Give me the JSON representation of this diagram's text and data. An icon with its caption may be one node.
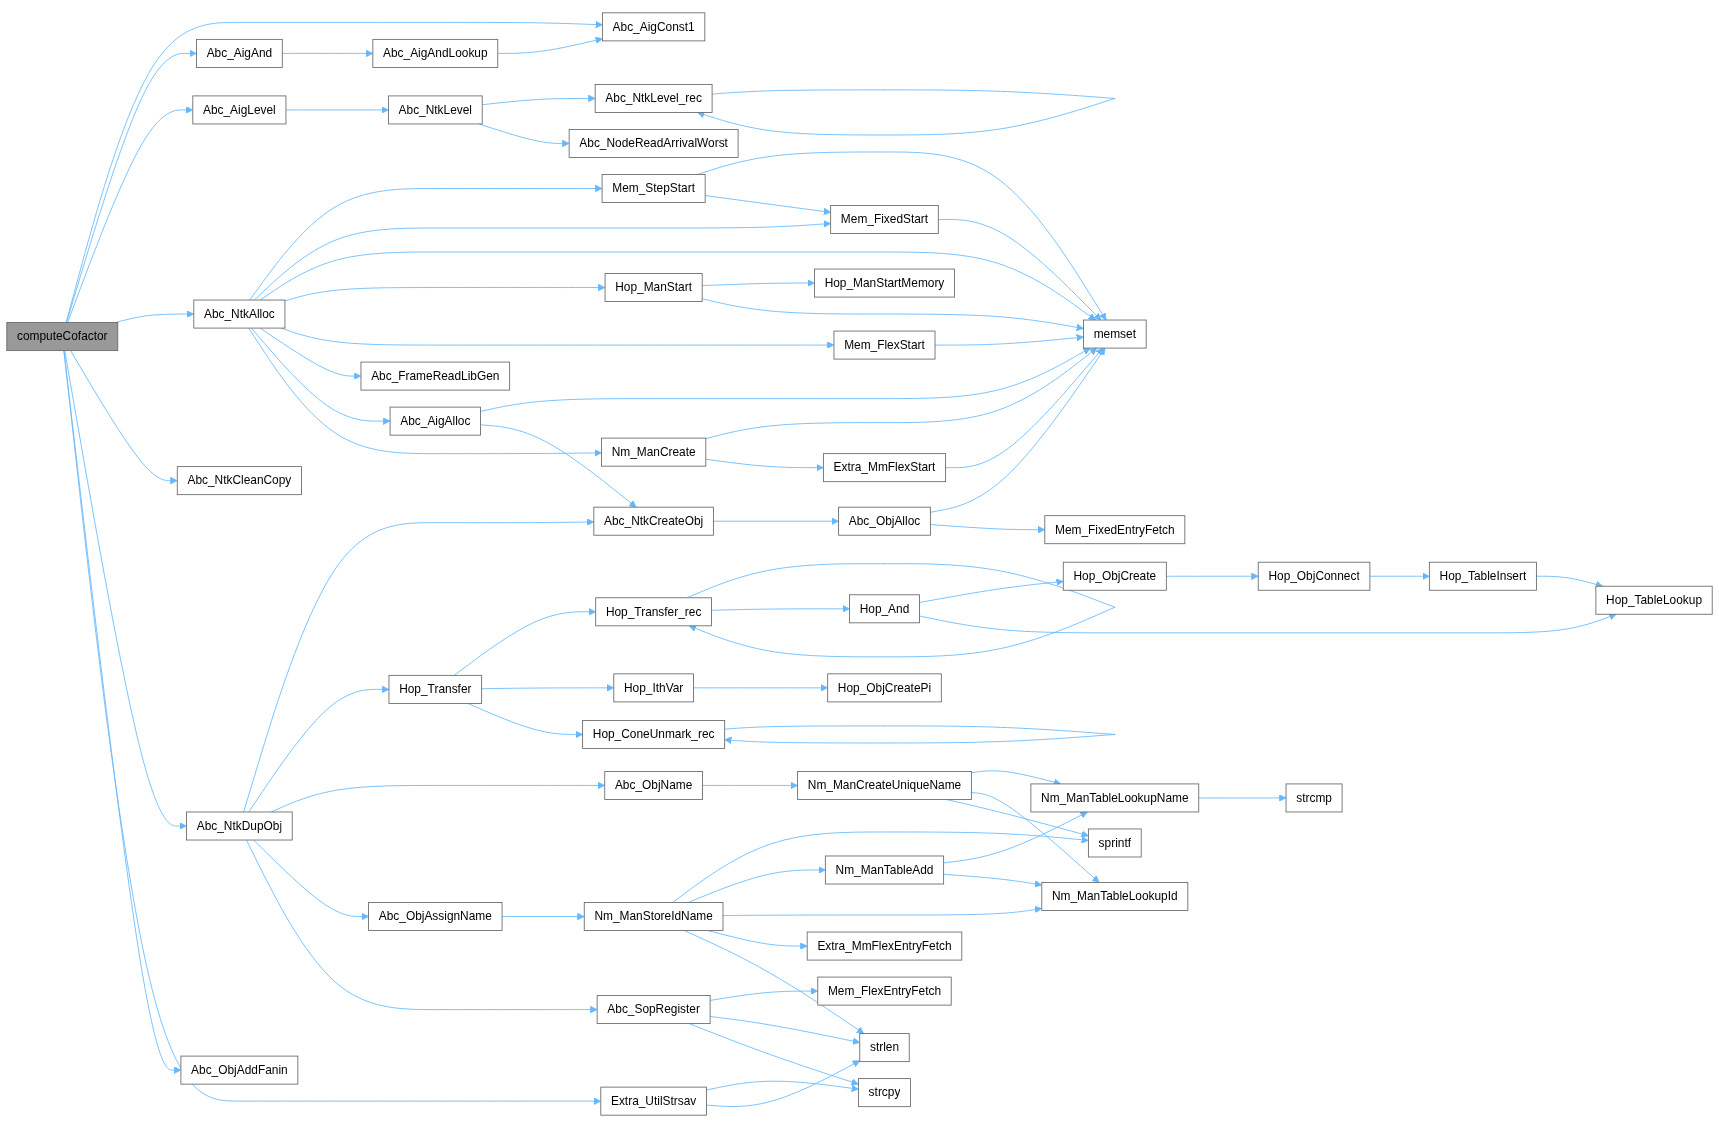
{
  "diagram": {
    "nodes": [
      {
        "text": [
          "computeCofactor"
        ]
      },
      {
        "text": [
          "Abc_AigAnd"
        ]
      },
      {
        "text": [
          "Abc_AigLevel"
        ]
      },
      {
        "text": [
          "Abc_NtkAlloc"
        ]
      },
      {
        "text": [
          "Abc_NtkCleanCopy"
        ]
      },
      {
        "text": [
          "Abc_NtkDupObj"
        ]
      },
      {
        "text": [
          "Abc_ObjAddFanin"
        ]
      },
      {
        "text": [
          "Abc_AigAndLookup"
        ]
      },
      {
        "text": [
          "Abc_NtkLevel"
        ]
      },
      {
        "text": [
          "Mem_StepStart"
        ]
      },
      {
        "text": [
          "Hop_ManStart"
        ]
      },
      {
        "text": [
          "Abc_FrameReadLibGen"
        ]
      },
      {
        "text": [
          "Abc_AigAlloc"
        ]
      },
      {
        "text": [
          "Hop_Transfer"
        ]
      },
      {
        "text": [
          "Abc_ObjName"
        ]
      },
      {
        "text": [
          "Abc_ObjAssignName"
        ]
      },
      {
        "text": [
          "Abc_SopRegister"
        ]
      },
      {
        "text": [
          "Extra_UtilStrsav"
        ]
      },
      {
        "text": [
          "Abc_AigConst1"
        ]
      },
      {
        "text": [
          "Abc_NtkLevel_rec"
        ]
      },
      {
        "text": [
          "Abc_NodeReadArrivalWorst"
        ]
      },
      {
        "text": [
          "Mem_FixedStart"
        ]
      },
      {
        "text": [
          "Hop_ManStartMemory"
        ]
      },
      {
        "text": [
          "Nm_ManCreate"
        ]
      },
      {
        "text": [
          "Abc_NtkCreateObj"
        ]
      },
      {
        "text": [
          "Hop_Transfer_rec"
        ]
      },
      {
        "text": [
          "Hop_IthVar"
        ]
      },
      {
        "text": [
          "Hop_ConeUnmark_rec"
        ]
      },
      {
        "text": [
          "Nm_ManCreateUniqueName"
        ]
      },
      {
        "text": [
          "Nm_ManStoreIdName"
        ]
      },
      {
        "text": [
          "Mem_FlexEntryFetch"
        ]
      },
      {
        "text": [
          "strcpy"
        ]
      },
      {
        "text": [
          "Mem_FlexStart"
        ]
      },
      {
        "text": [
          "Extra_MmFlexStart"
        ]
      },
      {
        "text": [
          "Abc_ObjAlloc"
        ]
      },
      {
        "text": [
          "Hop_And"
        ]
      },
      {
        "text": [
          "Hop_ObjCreatePi"
        ]
      },
      {
        "text": [
          "sprintf"
        ]
      },
      {
        "text": [
          "Nm_ManTableAdd"
        ]
      },
      {
        "text": [
          "Extra_MmFlexEntryFetch"
        ]
      },
      {
        "text": [
          "strlen"
        ]
      },
      {
        "text": [
          "memset"
        ]
      },
      {
        "text": [
          "Mem_FixedEntryFetch"
        ]
      },
      {
        "text": [
          "Hop_ObjCreate"
        ]
      },
      {
        "text": [
          "Nm_ManTableLookupName"
        ]
      },
      {
        "text": [
          "Nm_ManTableLookupId"
        ]
      },
      {
        "text": [
          "Hop_ObjConnect"
        ]
      },
      {
        "text": [
          "strcmp"
        ]
      },
      {
        "text": [
          "Hop_TableInsert"
        ]
      },
      {
        "text": [
          "Hop_TableLookup"
        ]
      }
    ],
    "edges": [
      {
        "from": 0,
        "to": 18,
        "arrow": "to"
      },
      {
        "from": 0,
        "to": 1,
        "arrow": "to"
      },
      {
        "from": 0,
        "to": 2,
        "arrow": "to"
      },
      {
        "from": 0,
        "to": 3,
        "arrow": "to"
      },
      {
        "from": 0,
        "to": 4,
        "arrow": "to"
      },
      {
        "from": 0,
        "to": 5,
        "arrow": "to"
      },
      {
        "from": 0,
        "to": 6,
        "arrow": "to"
      },
      {
        "from": 0,
        "to": 17,
        "arrow": "to"
      },
      {
        "from": 1,
        "to": 7,
        "arrow": "to"
      },
      {
        "from": 7,
        "to": 18,
        "arrow": "to"
      },
      {
        "from": 2,
        "to": 8,
        "arrow": "to"
      },
      {
        "from": 8,
        "to": 19,
        "arrow": "to"
      },
      {
        "from": 8,
        "to": 20,
        "arrow": "to"
      },
      {
        "from": 19,
        "to": 19,
        "arrow": "to"
      },
      {
        "from": 3,
        "to": 9,
        "arrow": "to"
      },
      {
        "from": 3,
        "to": 21,
        "arrow": "to"
      },
      {
        "from": 3,
        "to": 41,
        "arrow": "to"
      },
      {
        "from": 3,
        "to": 10,
        "arrow": "to"
      },
      {
        "from": 3,
        "to": 32,
        "arrow": "to"
      },
      {
        "from": 3,
        "to": 11,
        "arrow": "to"
      },
      {
        "from": 3,
        "to": 12,
        "arrow": "to"
      },
      {
        "from": 3,
        "to": 23,
        "arrow": "to"
      },
      {
        "from": 9,
        "to": 41,
        "arrow": "to"
      },
      {
        "from": 9,
        "to": 21,
        "arrow": "to"
      },
      {
        "from": 21,
        "to": 41,
        "arrow": "to"
      },
      {
        "from": 10,
        "to": 22,
        "arrow": "to"
      },
      {
        "from": 10,
        "to": 41,
        "arrow": "to"
      },
      {
        "from": 32,
        "to": 41,
        "arrow": "to"
      },
      {
        "from": 12,
        "to": 41,
        "arrow": "to"
      },
      {
        "from": 12,
        "to": 24,
        "arrow": "to"
      },
      {
        "from": 23,
        "to": 41,
        "arrow": "to"
      },
      {
        "from": 23,
        "to": 33,
        "arrow": "to"
      },
      {
        "from": 33,
        "to": 41,
        "arrow": "to"
      },
      {
        "from": 34,
        "to": 41,
        "arrow": "to"
      },
      {
        "from": 34,
        "to": 42,
        "arrow": "to"
      },
      {
        "from": 24,
        "to": 34,
        "arrow": "to"
      },
      {
        "from": 5,
        "to": 24,
        "arrow": "to"
      },
      {
        "from": 5,
        "to": 13,
        "arrow": "to"
      },
      {
        "from": 5,
        "to": 14,
        "arrow": "to"
      },
      {
        "from": 5,
        "to": 15,
        "arrow": "to"
      },
      {
        "from": 5,
        "to": 16,
        "arrow": "to"
      },
      {
        "from": 13,
        "to": 25,
        "arrow": "to"
      },
      {
        "from": 13,
        "to": 26,
        "arrow": "to"
      },
      {
        "from": 13,
        "to": 27,
        "arrow": "to"
      },
      {
        "from": 25,
        "to": 25,
        "arrow": "to"
      },
      {
        "from": 25,
        "to": 35,
        "arrow": "to"
      },
      {
        "from": 35,
        "to": 43,
        "arrow": "to"
      },
      {
        "from": 35,
        "to": 49,
        "arrow": "to"
      },
      {
        "from": 43,
        "to": 46,
        "arrow": "to"
      },
      {
        "from": 46,
        "to": 48,
        "arrow": "to"
      },
      {
        "from": 48,
        "to": 49,
        "arrow": "to"
      },
      {
        "from": 26,
        "to": 36,
        "arrow": "to"
      },
      {
        "from": 27,
        "to": 27,
        "arrow": "to"
      },
      {
        "from": 14,
        "to": 28,
        "arrow": "to"
      },
      {
        "from": 28,
        "to": 44,
        "arrow": "to"
      },
      {
        "from": 28,
        "to": 45,
        "arrow": "to"
      },
      {
        "from": 28,
        "to": 37,
        "arrow": "to"
      },
      {
        "from": 44,
        "to": 47,
        "arrow": "to"
      },
      {
        "from": 15,
        "to": 29,
        "arrow": "to"
      },
      {
        "from": 29,
        "to": 37,
        "arrow": "to"
      },
      {
        "from": 29,
        "to": 38,
        "arrow": "to"
      },
      {
        "from": 29,
        "to": 45,
        "arrow": "to"
      },
      {
        "from": 29,
        "to": 39,
        "arrow": "to"
      },
      {
        "from": 29,
        "to": 40,
        "arrow": "to"
      },
      {
        "from": 38,
        "to": 44,
        "arrow": "to"
      },
      {
        "from": 38,
        "to": 45,
        "arrow": "to"
      },
      {
        "from": 16,
        "to": 30,
        "arrow": "to"
      },
      {
        "from": 16,
        "to": 40,
        "arrow": "to"
      },
      {
        "from": 16,
        "to": 31,
        "arrow": "to"
      },
      {
        "from": 17,
        "to": 31,
        "arrow": "to"
      },
      {
        "from": 17,
        "to": 40,
        "arrow": "to"
      }
    ]
  }
}
